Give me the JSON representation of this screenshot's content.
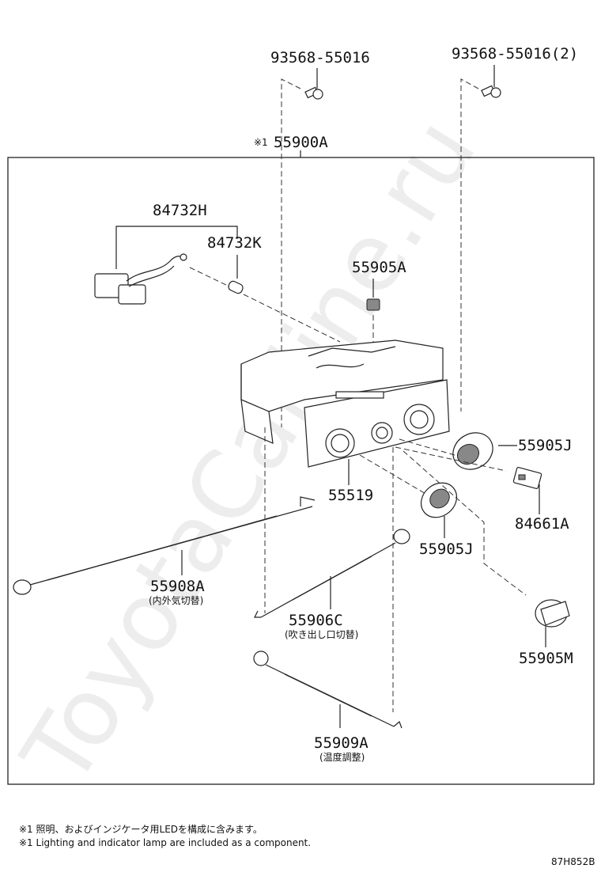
{
  "diagram": {
    "frame_label_prefix": "※1",
    "frame_label": "55900A",
    "parts": {
      "p93568a": "93568-55016",
      "p93568b": "93568-55016(2)",
      "p84732H": "84732H",
      "p84732K": "84732K",
      "p55905A": "55905A",
      "p55905J_right": "55905J",
      "p55519": "55519",
      "p84661A": "84661A",
      "p55905J_lower": "55905J",
      "p55908A": "55908A",
      "p55908A_sub": "(内外気切替)",
      "p55906C": "55906C",
      "p55906C_sub": "(吹き出し口切替)",
      "p55905M": "55905M",
      "p55909A": "55909A",
      "p55909A_sub": "(温度調整)"
    },
    "footnote_ja": "※1 照明、およびインジケータ用LEDを構成に含みます。",
    "footnote_en": "※1 Lighting and indicator lamp are included as a component.",
    "figure_code": "87H852B",
    "watermark": "ToyotaCarline.ru"
  }
}
